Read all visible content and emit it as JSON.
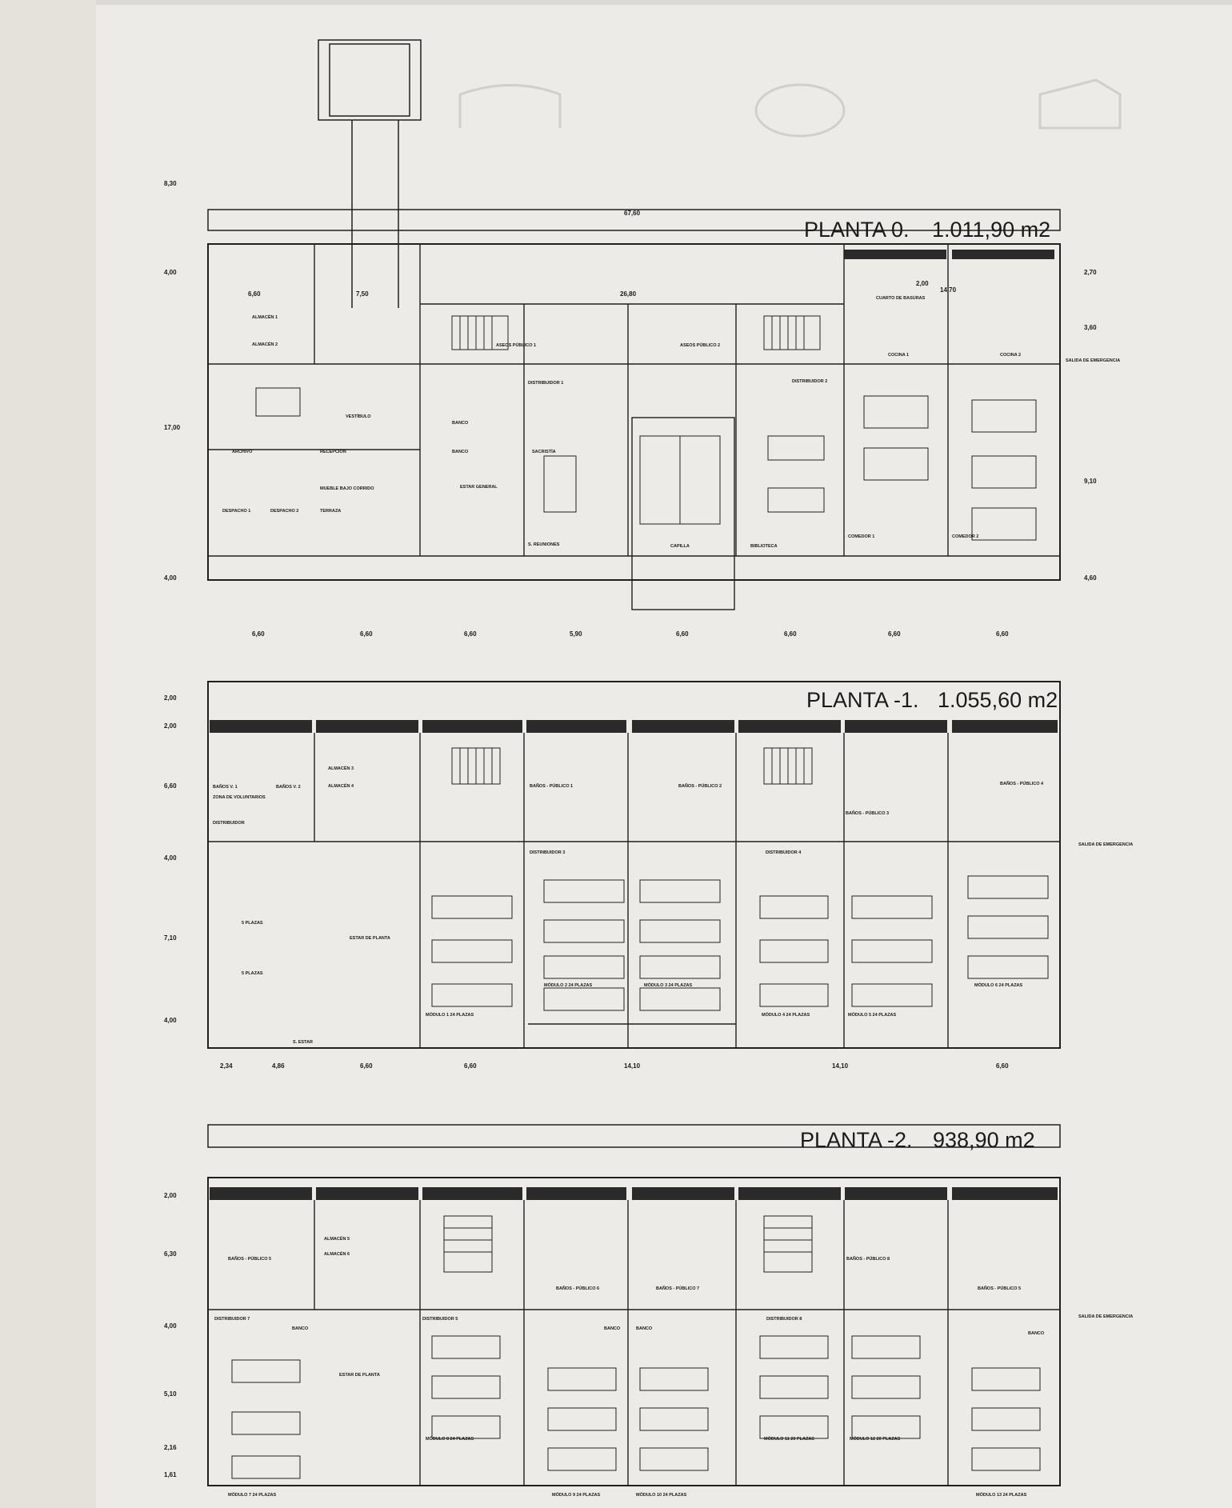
{
  "plans": [
    {
      "title": "PLANTA 0.",
      "area": "1.011,90 m2",
      "overall": "67,60",
      "top_dims": [
        "6,60",
        "7,50",
        "26,80",
        "2,00",
        "14,70"
      ],
      "left_dims": [
        "8,30",
        "4,00",
        "17,00",
        "4,00"
      ],
      "right_dims": [
        "2,70",
        "3,60",
        "9,10",
        "4,60"
      ],
      "bottom_dims": [
        "6,60",
        "6,60",
        "6,60",
        "5,90",
        "6,60",
        "6,60",
        "6,60",
        "6,60"
      ],
      "rooms": [
        "ALMACÉN 1",
        "ALMACÉN 2",
        "ASEOS PÚBLICO 1",
        "ASEOS PÚBLICO 2",
        "CUARTO DE BASURAS",
        "COCINA 1",
        "COCINA 2",
        "VESTÍBULO",
        "DISTRIBUIDOR 1",
        "DISTRIBUIDOR 2",
        "ARCHIVO",
        "RECEPCIÓN",
        "MUEBLE BAJO CORRIDO",
        "BANCO",
        "BANCO",
        "SACRISTÍA",
        "ESTAR GENERAL",
        "S. REUNIONES",
        "CAPILLA",
        "BIBLIOTECA",
        "COMEDOR 1",
        "COMEDOR 2",
        "DESPACHO 1",
        "DESPACHO 2",
        "TERRAZA",
        "SALIDA DE EMERGENCIA"
      ]
    },
    {
      "title": "PLANTA -1.",
      "area": "1.055,60 m2",
      "left_dims": [
        "2,00",
        "2,00",
        "6,60",
        "4,00",
        "7,10",
        "4,00"
      ],
      "bottom_dims": [
        "2,34",
        "4,86",
        "6,60",
        "6,60",
        "14,10",
        "14,10",
        "6,60"
      ],
      "rooms": [
        "BAÑOS V. 1",
        "BAÑOS V. 2",
        "ZONA DE VOLUNTARIOS",
        "DISTRIBUIDOR",
        "ALMACÉN 3",
        "ALMACÉN 4",
        "BAÑOS - PÚBLICO 1",
        "BAÑOS - PÚBLICO 2",
        "BAÑOS - PÚBLICO 3",
        "BAÑOS - PÚBLICO 4",
        "DISTRIBUIDOR 3",
        "DISTRIBUIDOR 4",
        "ESTAR DE PLANTA",
        "5 PLAZAS",
        "5 PLAZAS",
        "S. ESTAR",
        "MÓDULO 1 24 PLAZAS",
        "MÓDULO 2 24 PLAZAS",
        "MÓDULO 3 24 PLAZAS",
        "MÓDULO 4 24 PLAZAS",
        "MÓDULO 5 24 PLAZAS",
        "MÓDULO 6 24 PLAZAS",
        "SALIDA DE EMERGENCIA"
      ]
    },
    {
      "title": "PLANTA -2.",
      "area": "938,90 m2",
      "left_dims": [
        "2,00",
        "6,30",
        "4,00",
        "5,10",
        "2,16",
        "1,61"
      ],
      "rooms": [
        "BAÑOS - PÚBLICO 5",
        "ALMACÉN 5",
        "ALMACÉN 6",
        "BAÑOS - PÚBLICO 6",
        "BAÑOS - PÚBLICO 7",
        "BAÑOS - PÚBLICO 8",
        "BAÑOS - PÚBLICO 5",
        "DISTRIBUIDOR 7",
        "DISTRIBUIDOR 5",
        "DISTRIBUIDOR 8",
        "BANCO",
        "BANCO",
        "BANCO",
        "BANCO",
        "ESTAR DE PLANTA",
        "MÓDULO 7 24 PLAZAS",
        "MÓDULO 8 24 PLAZAS",
        "MÓDULO 9 24 PLAZAS",
        "MÓDULO 10 24 PLAZAS",
        "MÓDULO 11 20 PLAZAS",
        "MÓDULO 12 20 PLAZAS",
        "MÓDULO 13 24 PLAZAS",
        "SALIDA DE EMERGENCIA"
      ]
    }
  ]
}
